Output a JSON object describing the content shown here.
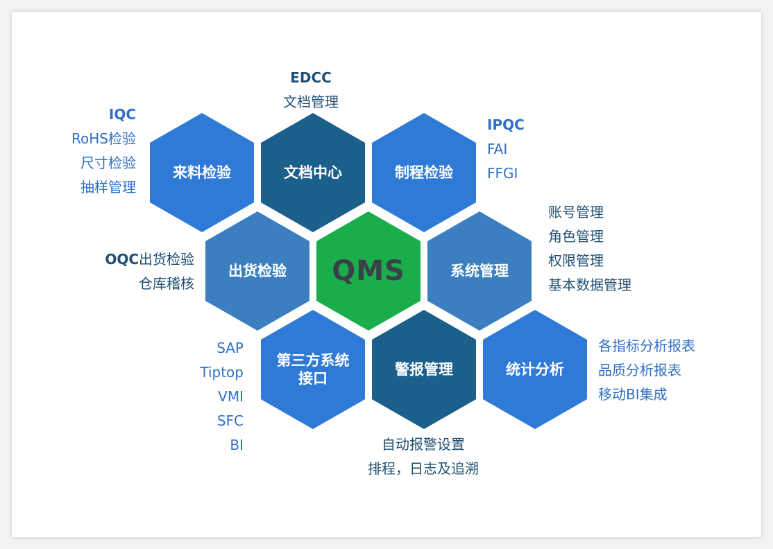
{
  "colors": {
    "bright_blue": "#2e7ad6",
    "mid_blue": "#3c7fc0",
    "dark_blue": "#1b5f8b",
    "green": "#19ad4b",
    "text_blue": "#2f6fc4",
    "text_dark": "#1f4f72"
  },
  "hexagons": {
    "incoming": "来料检验",
    "documents": "文档中心",
    "process": "制程检验",
    "outgoing": "出货检验",
    "center": "QMS",
    "system": "系统管理",
    "third_party": "第三方系统\n接口",
    "alarm": "警报管理",
    "statistics": "统计分析"
  },
  "annotations": {
    "iqc": {
      "head": "IQC",
      "items": [
        "RoHS检验",
        "尺寸检验",
        "抽样管理"
      ]
    },
    "edcc": {
      "head": "EDCC",
      "items": [
        "文档管理"
      ]
    },
    "ipqc": {
      "head": "IPQC",
      "items": [
        "FAI",
        "FFGI"
      ]
    },
    "system": {
      "items": [
        "账号管理",
        "角色管理",
        "权限管理",
        "基本数据管理"
      ]
    },
    "oqc": {
      "head": "OQC",
      "first": "出货检验",
      "items": [
        "仓库稽核"
      ]
    },
    "third_party": {
      "items": [
        "SAP",
        "Tiptop",
        "VMI",
        "SFC",
        "BI"
      ]
    },
    "alarm": {
      "items": [
        "自动报警设置",
        "排程，日志及追溯"
      ]
    },
    "statistics": {
      "items": [
        "各指标分析报表",
        "品质分析报表",
        "移动BI集成"
      ]
    }
  }
}
